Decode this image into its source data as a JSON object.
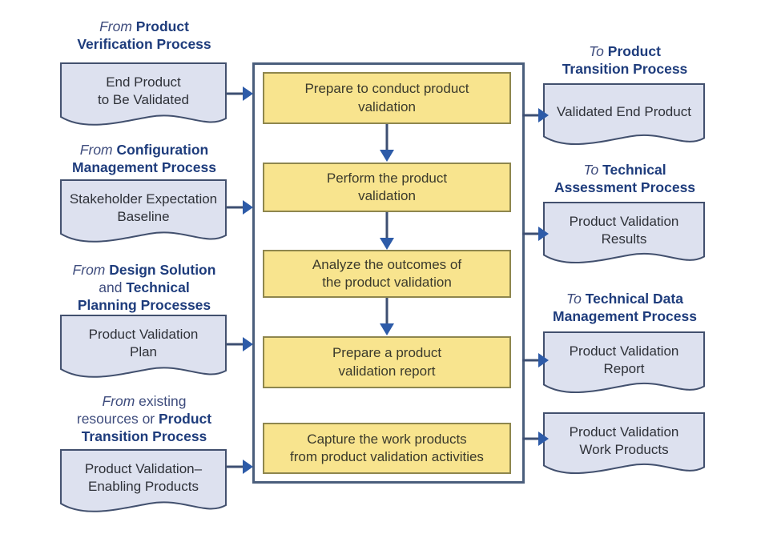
{
  "colors": {
    "label_bold": "#1e3c7c",
    "label_soft": "#3e4c7d",
    "doc_fill": "#dde1ef",
    "doc_border": "#42506e",
    "doc_text": "#2e3138",
    "step_fill": "#f8e48e",
    "step_border": "#8e864e",
    "step_text": "#3b3a2c",
    "frame_border": "#4a5e7c",
    "arrow_shaft": "#3d4f72",
    "arrow_head": "#2d5ba8"
  },
  "left_inputs": [
    {
      "label": [
        [
          {
            "t": "From ",
            "s": "i"
          },
          {
            "t": "Product",
            "s": "b"
          }
        ],
        [
          {
            "t": "Verification Process",
            "s": "b"
          }
        ]
      ],
      "doc": [
        "End Product",
        "to Be Validated"
      ]
    },
    {
      "label": [
        [
          {
            "t": "From ",
            "s": "i"
          },
          {
            "t": "Configuration",
            "s": "b"
          }
        ],
        [
          {
            "t": "Management Process",
            "s": "b"
          }
        ]
      ],
      "doc": [
        "Stakeholder Expectation",
        "Baseline"
      ]
    },
    {
      "label": [
        [
          {
            "t": "From ",
            "s": "i"
          },
          {
            "t": "Design Solution",
            "s": "b"
          }
        ],
        [
          {
            "t": "and ",
            "s": "r"
          },
          {
            "t": "Technical",
            "s": "b"
          }
        ],
        [
          {
            "t": "Planning Processes",
            "s": "b"
          }
        ]
      ],
      "doc": [
        "Product Validation",
        "Plan"
      ]
    },
    {
      "label": [
        [
          {
            "t": "From ",
            "s": "i"
          },
          {
            "t": "existing",
            "s": "r"
          }
        ],
        [
          {
            "t": "resources or ",
            "s": "r"
          },
          {
            "t": "Product",
            "s": "b"
          }
        ],
        [
          {
            "t": "Transition Process",
            "s": "b"
          }
        ]
      ],
      "doc": [
        "Product Validation–",
        "Enabling Products"
      ]
    }
  ],
  "process_steps": [
    [
      "Prepare to conduct product",
      "validation"
    ],
    [
      "Perform the product",
      "validation"
    ],
    [
      "Analyze the outcomes of",
      "the product validation"
    ],
    [
      "Prepare a product",
      "validation report"
    ],
    [
      "Capture the work products",
      "from product validation activities"
    ]
  ],
  "right_outputs": [
    {
      "label": [
        [
          {
            "t": "To ",
            "s": "i"
          },
          {
            "t": "Product",
            "s": "b"
          }
        ],
        [
          {
            "t": "Transition Process",
            "s": "b"
          }
        ]
      ],
      "doc": [
        "Validated End Product"
      ]
    },
    {
      "label": [
        [
          {
            "t": "To ",
            "s": "i"
          },
          {
            "t": "Technical",
            "s": "b"
          }
        ],
        [
          {
            "t": "Assessment Process",
            "s": "b"
          }
        ]
      ],
      "doc": [
        "Product Validation",
        "Results"
      ]
    },
    {
      "label": [
        [
          {
            "t": "To ",
            "s": "i"
          },
          {
            "t": "Technical Data",
            "s": "b"
          }
        ],
        [
          {
            "t": "Management Process",
            "s": "b"
          }
        ]
      ],
      "doc": [
        "Product Validation",
        "Report"
      ]
    },
    {
      "label": null,
      "doc": [
        "Product Validation",
        "Work Products"
      ]
    }
  ]
}
